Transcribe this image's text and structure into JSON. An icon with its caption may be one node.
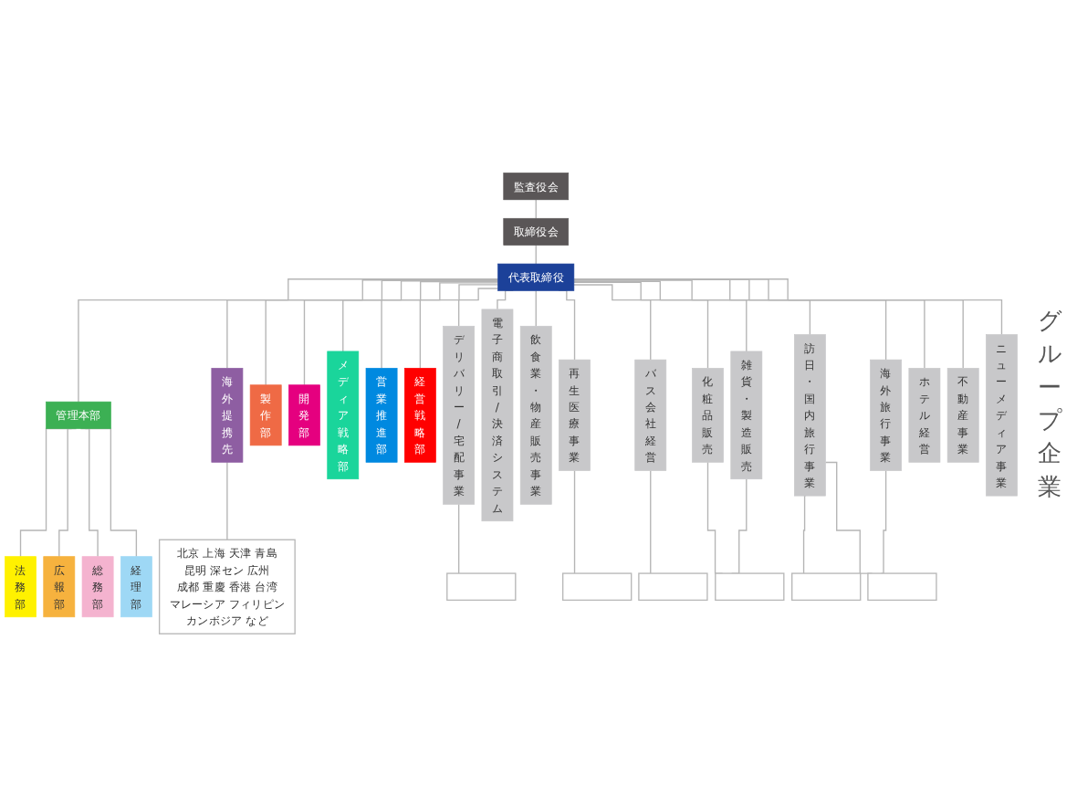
{
  "diagram": {
    "nodes": [
      {
        "text": [
          "監査役会"
        ]
      },
      {
        "text": [
          "取締役会"
        ]
      },
      {
        "text": [
          "代表取締役"
        ]
      },
      {
        "text": [
          "管理本部"
        ]
      },
      {
        "text": [
          "海外提携先"
        ]
      },
      {
        "text": [
          "製作部"
        ]
      },
      {
        "text": [
          "開発部"
        ]
      },
      {
        "text": [
          "メディア戦略部"
        ]
      },
      {
        "text": [
          "営業推進部"
        ]
      },
      {
        "text": [
          "経営戦略部"
        ]
      },
      {
        "text": [
          "法務部"
        ]
      },
      {
        "text": [
          "広報部"
        ]
      },
      {
        "text": [
          "総務部"
        ]
      },
      {
        "text": [
          "経理部"
        ]
      },
      {
        "text": [
          "北京 上海 天津 青島",
          "昆明 深セン 広州",
          "成都 重慶 香港 台湾",
          "マレーシア フィリピン",
          "カンボジア など"
        ]
      },
      {
        "text": [
          "デリバリー/宅配事業"
        ]
      },
      {
        "text": [
          "電子商取引/決済システム"
        ]
      },
      {
        "text": [
          "飲食業・物産販売事業"
        ]
      },
      {
        "text": [
          "再生医療事業"
        ]
      },
      {
        "text": [
          "バス会社経営"
        ]
      },
      {
        "text": [
          "化粧品販売"
        ]
      },
      {
        "text": [
          "雑貨・製造販売"
        ]
      },
      {
        "text": [
          "訪日・国内旅行事業"
        ]
      },
      {
        "text": [
          "海外旅行事業"
        ]
      },
      {
        "text": [
          "ホテル経営"
        ]
      },
      {
        "text": [
          "不動産事業"
        ]
      },
      {
        "text": [
          "ニューメディア事業"
        ]
      },
      {
        "text": [],
        "shape": "box"
      },
      {
        "text": [],
        "shape": "box"
      },
      {
        "text": [],
        "shape": "box"
      },
      {
        "text": [],
        "shape": "box"
      },
      {
        "text": [],
        "shape": "box"
      },
      {
        "text": [],
        "shape": "box"
      }
    ],
    "edges": [
      {
        "from": 0,
        "to": 1,
        "arrow": "none"
      },
      {
        "from": 1,
        "to": 2,
        "arrow": "none"
      },
      {
        "from": 2,
        "to": 3,
        "arrow": "none"
      },
      {
        "from": 2,
        "to": 4,
        "arrow": "none"
      },
      {
        "from": 2,
        "to": 5,
        "arrow": "none"
      },
      {
        "from": 2,
        "to": 6,
        "arrow": "none"
      },
      {
        "from": 2,
        "to": 7,
        "arrow": "none"
      },
      {
        "from": 2,
        "to": 8,
        "arrow": "none"
      },
      {
        "from": 2,
        "to": 9,
        "arrow": "none"
      },
      {
        "from": 3,
        "to": 10,
        "arrow": "none"
      },
      {
        "from": 3,
        "to": 11,
        "arrow": "none"
      },
      {
        "from": 3,
        "to": 12,
        "arrow": "none"
      },
      {
        "from": 3,
        "to": 13,
        "arrow": "none"
      },
      {
        "from": 4,
        "to": 14,
        "arrow": "none"
      },
      {
        "from": 2,
        "to": 15,
        "arrow": "none"
      },
      {
        "from": 2,
        "to": 16,
        "arrow": "none"
      },
      {
        "from": 2,
        "to": 17,
        "arrow": "none"
      },
      {
        "from": 2,
        "to": 18,
        "arrow": "none"
      },
      {
        "from": 2,
        "to": 19,
        "arrow": "none"
      },
      {
        "from": 2,
        "to": 20,
        "arrow": "none"
      },
      {
        "from": 2,
        "to": 21,
        "arrow": "none"
      },
      {
        "from": 2,
        "to": 22,
        "arrow": "none"
      },
      {
        "from": 2,
        "to": 23,
        "arrow": "none"
      },
      {
        "from": 2,
        "to": 24,
        "arrow": "none"
      },
      {
        "from": 2,
        "to": 25,
        "arrow": "none"
      },
      {
        "from": 2,
        "to": 26,
        "arrow": "none"
      },
      {
        "from": 15,
        "to": 27,
        "arrow": "none"
      },
      {
        "from": 18,
        "to": 28,
        "arrow": "none"
      },
      {
        "from": 19,
        "to": 29,
        "arrow": "none"
      },
      {
        "from": 20,
        "to": 30,
        "arrow": "none"
      },
      {
        "from": 21,
        "to": 30,
        "arrow": "none"
      },
      {
        "from": 22,
        "to": 31,
        "arrow": "none"
      },
      {
        "from": 22,
        "to": 32,
        "arrow": "none"
      },
      {
        "from": 23,
        "to": 32,
        "arrow": "none"
      }
    ],
    "labels": [
      "グループ企業"
    ]
  }
}
